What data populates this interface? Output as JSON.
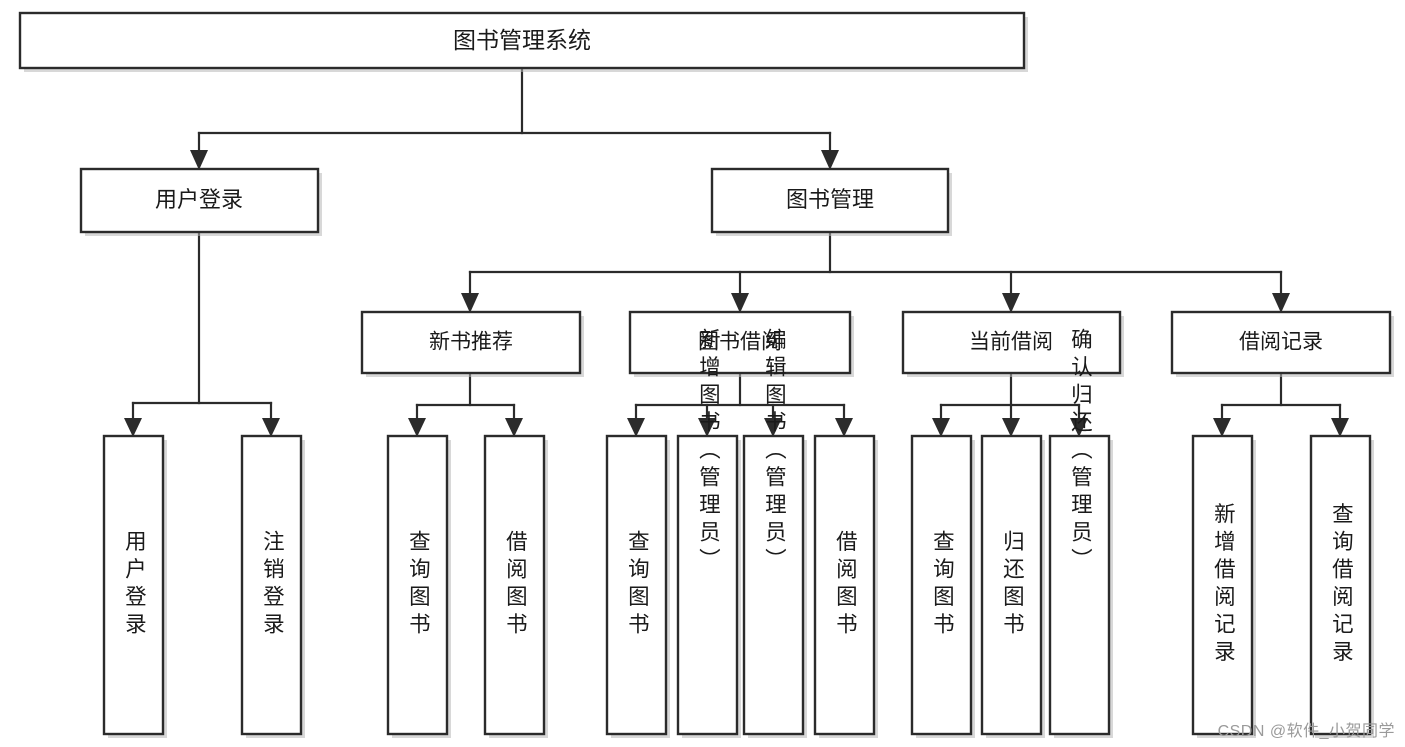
{
  "diagram": {
    "type": "tree",
    "title": "图书管理系统",
    "root": {
      "label": "图书管理系统"
    },
    "level2": [
      {
        "label": "用户登录"
      },
      {
        "label": "图书管理"
      }
    ],
    "level3": [
      {
        "label": "新书推荐"
      },
      {
        "label": "图书借阅"
      },
      {
        "label": "当前借阅"
      },
      {
        "label": "借阅记录"
      }
    ],
    "leaves": {
      "user_login": [
        {
          "label": "用户登录"
        },
        {
          "label": "注销登录"
        }
      ],
      "new_book_recommend": [
        {
          "label": "查询图书"
        },
        {
          "label": "借阅图书"
        }
      ],
      "book_borrow": [
        {
          "label": "查询图书"
        },
        {
          "label": "新增图书（管理员）"
        },
        {
          "label": "编辑图书（管理员）"
        },
        {
          "label": "借阅图书"
        }
      ],
      "current_borrow": [
        {
          "label": "查询图书"
        },
        {
          "label": "归还图书"
        },
        {
          "label": "确认归还（管理员）"
        }
      ],
      "borrow_record": [
        {
          "label": "新增借阅记录"
        },
        {
          "label": "查询借阅记录"
        }
      ]
    }
  },
  "watermark": {
    "text": "CSDN @软件_小贺同学"
  },
  "colors": {
    "stroke": "#2b2b2b",
    "fill": "#ffffff",
    "text": "#1a1a1a",
    "watermark": "#9a9a9a",
    "background": "#ffffff"
  }
}
